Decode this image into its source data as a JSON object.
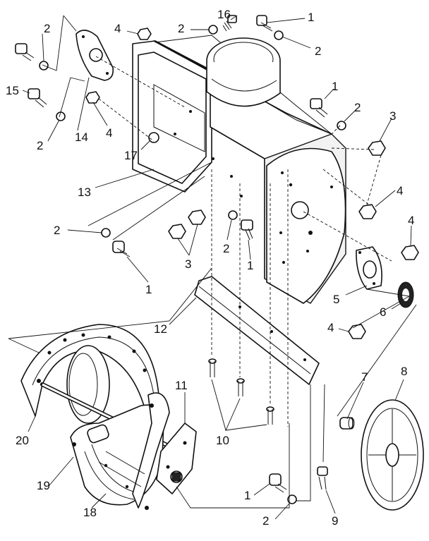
{
  "callouts": [
    {
      "id": "c16",
      "text": "16"
    },
    {
      "id": "c1a",
      "text": "1"
    },
    {
      "id": "c2a",
      "text": "2"
    },
    {
      "id": "c4a",
      "text": "4"
    },
    {
      "id": "c2b",
      "text": "2"
    },
    {
      "id": "c2c",
      "text": "2"
    },
    {
      "id": "c15",
      "text": "15"
    },
    {
      "id": "c14",
      "text": "14"
    },
    {
      "id": "c2d",
      "text": "2"
    },
    {
      "id": "c4b",
      "text": "4"
    },
    {
      "id": "c17",
      "text": "17"
    },
    {
      "id": "c1b",
      "text": "1"
    },
    {
      "id": "c2e",
      "text": "2"
    },
    {
      "id": "c3a",
      "text": "3"
    },
    {
      "id": "c13",
      "text": "13"
    },
    {
      "id": "c4c",
      "text": "4"
    },
    {
      "id": "c4d",
      "text": "4"
    },
    {
      "id": "c2f",
      "text": "2"
    },
    {
      "id": "c2g",
      "text": "2"
    },
    {
      "id": "c1c",
      "text": "1"
    },
    {
      "id": "c3b",
      "text": "3"
    },
    {
      "id": "c1d",
      "text": "1"
    },
    {
      "id": "c5",
      "text": "5"
    },
    {
      "id": "c6",
      "text": "6"
    },
    {
      "id": "c12",
      "text": "12"
    },
    {
      "id": "c4e",
      "text": "4"
    },
    {
      "id": "c7",
      "text": "7"
    },
    {
      "id": "c8",
      "text": "8"
    },
    {
      "id": "c11",
      "text": "11"
    },
    {
      "id": "c10",
      "text": "10"
    },
    {
      "id": "c20",
      "text": "20"
    },
    {
      "id": "c19",
      "text": "19"
    },
    {
      "id": "c18",
      "text": "18"
    },
    {
      "id": "c1e",
      "text": "1"
    },
    {
      "id": "c2h",
      "text": "2"
    },
    {
      "id": "c9",
      "text": "9"
    }
  ]
}
